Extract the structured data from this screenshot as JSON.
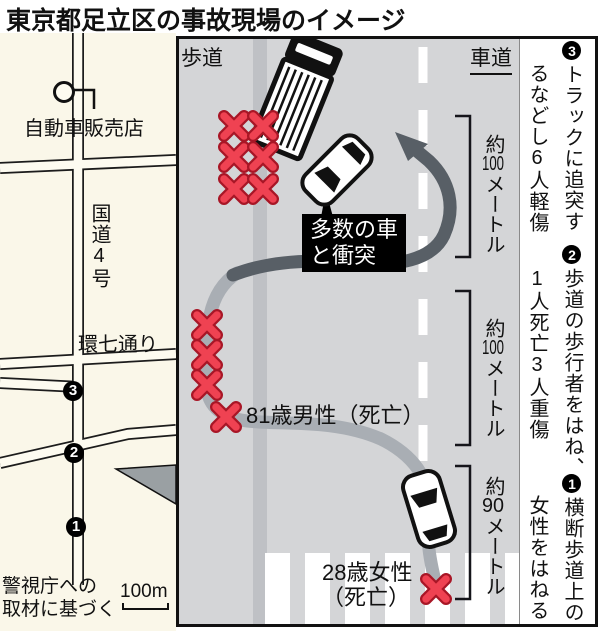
{
  "title": "東京都足立区の事故現場のイメージ",
  "map": {
    "dealership_label": "自動車販売店",
    "route_label": "国道4号",
    "kannana_label": "環七通り",
    "marker3": "3",
    "marker2": "2",
    "marker1": "1",
    "source_line1": "警視庁への",
    "source_line2": "取材に基づく",
    "scale_label": "100m"
  },
  "diagram": {
    "sidewalk_label": "歩道",
    "roadway_label": "車道",
    "callout_line1": "多数の車",
    "callout_line2": "と衝突",
    "victim_81": "81歳男性（死亡）",
    "victim_28_line1": "28歳女性",
    "victim_28_line2": "（死亡）",
    "distance1": {
      "prefix": "約",
      "number": "100",
      "suffix": "メートル"
    },
    "distance2": {
      "prefix": "約",
      "number": "100",
      "suffix": "メートル"
    },
    "distance3": {
      "prefix": "約",
      "number": "90",
      "suffix": "メートル"
    }
  },
  "right_column": {
    "groups": [
      {
        "num": "3",
        "col_right": "トラックに追突す",
        "col_left": "るなどし6人軽傷"
      },
      {
        "num": "2",
        "col_right": "歩道の歩行者をはね、",
        "col_left": "1人死亡3人重傷"
      },
      {
        "num": "1",
        "col_right": "横断歩道上の",
        "col_left": "女性をはねる"
      }
    ]
  },
  "colors": {
    "accent_red": "#e8394a",
    "accent_red_dark": "#a81626",
    "road_gray": "#d4d5d7",
    "sidewalk_stripe": "#bfc1c5",
    "map_cream": "#faf7e9",
    "path_dark": "#585f66",
    "path_light": "#a9aeb4"
  }
}
